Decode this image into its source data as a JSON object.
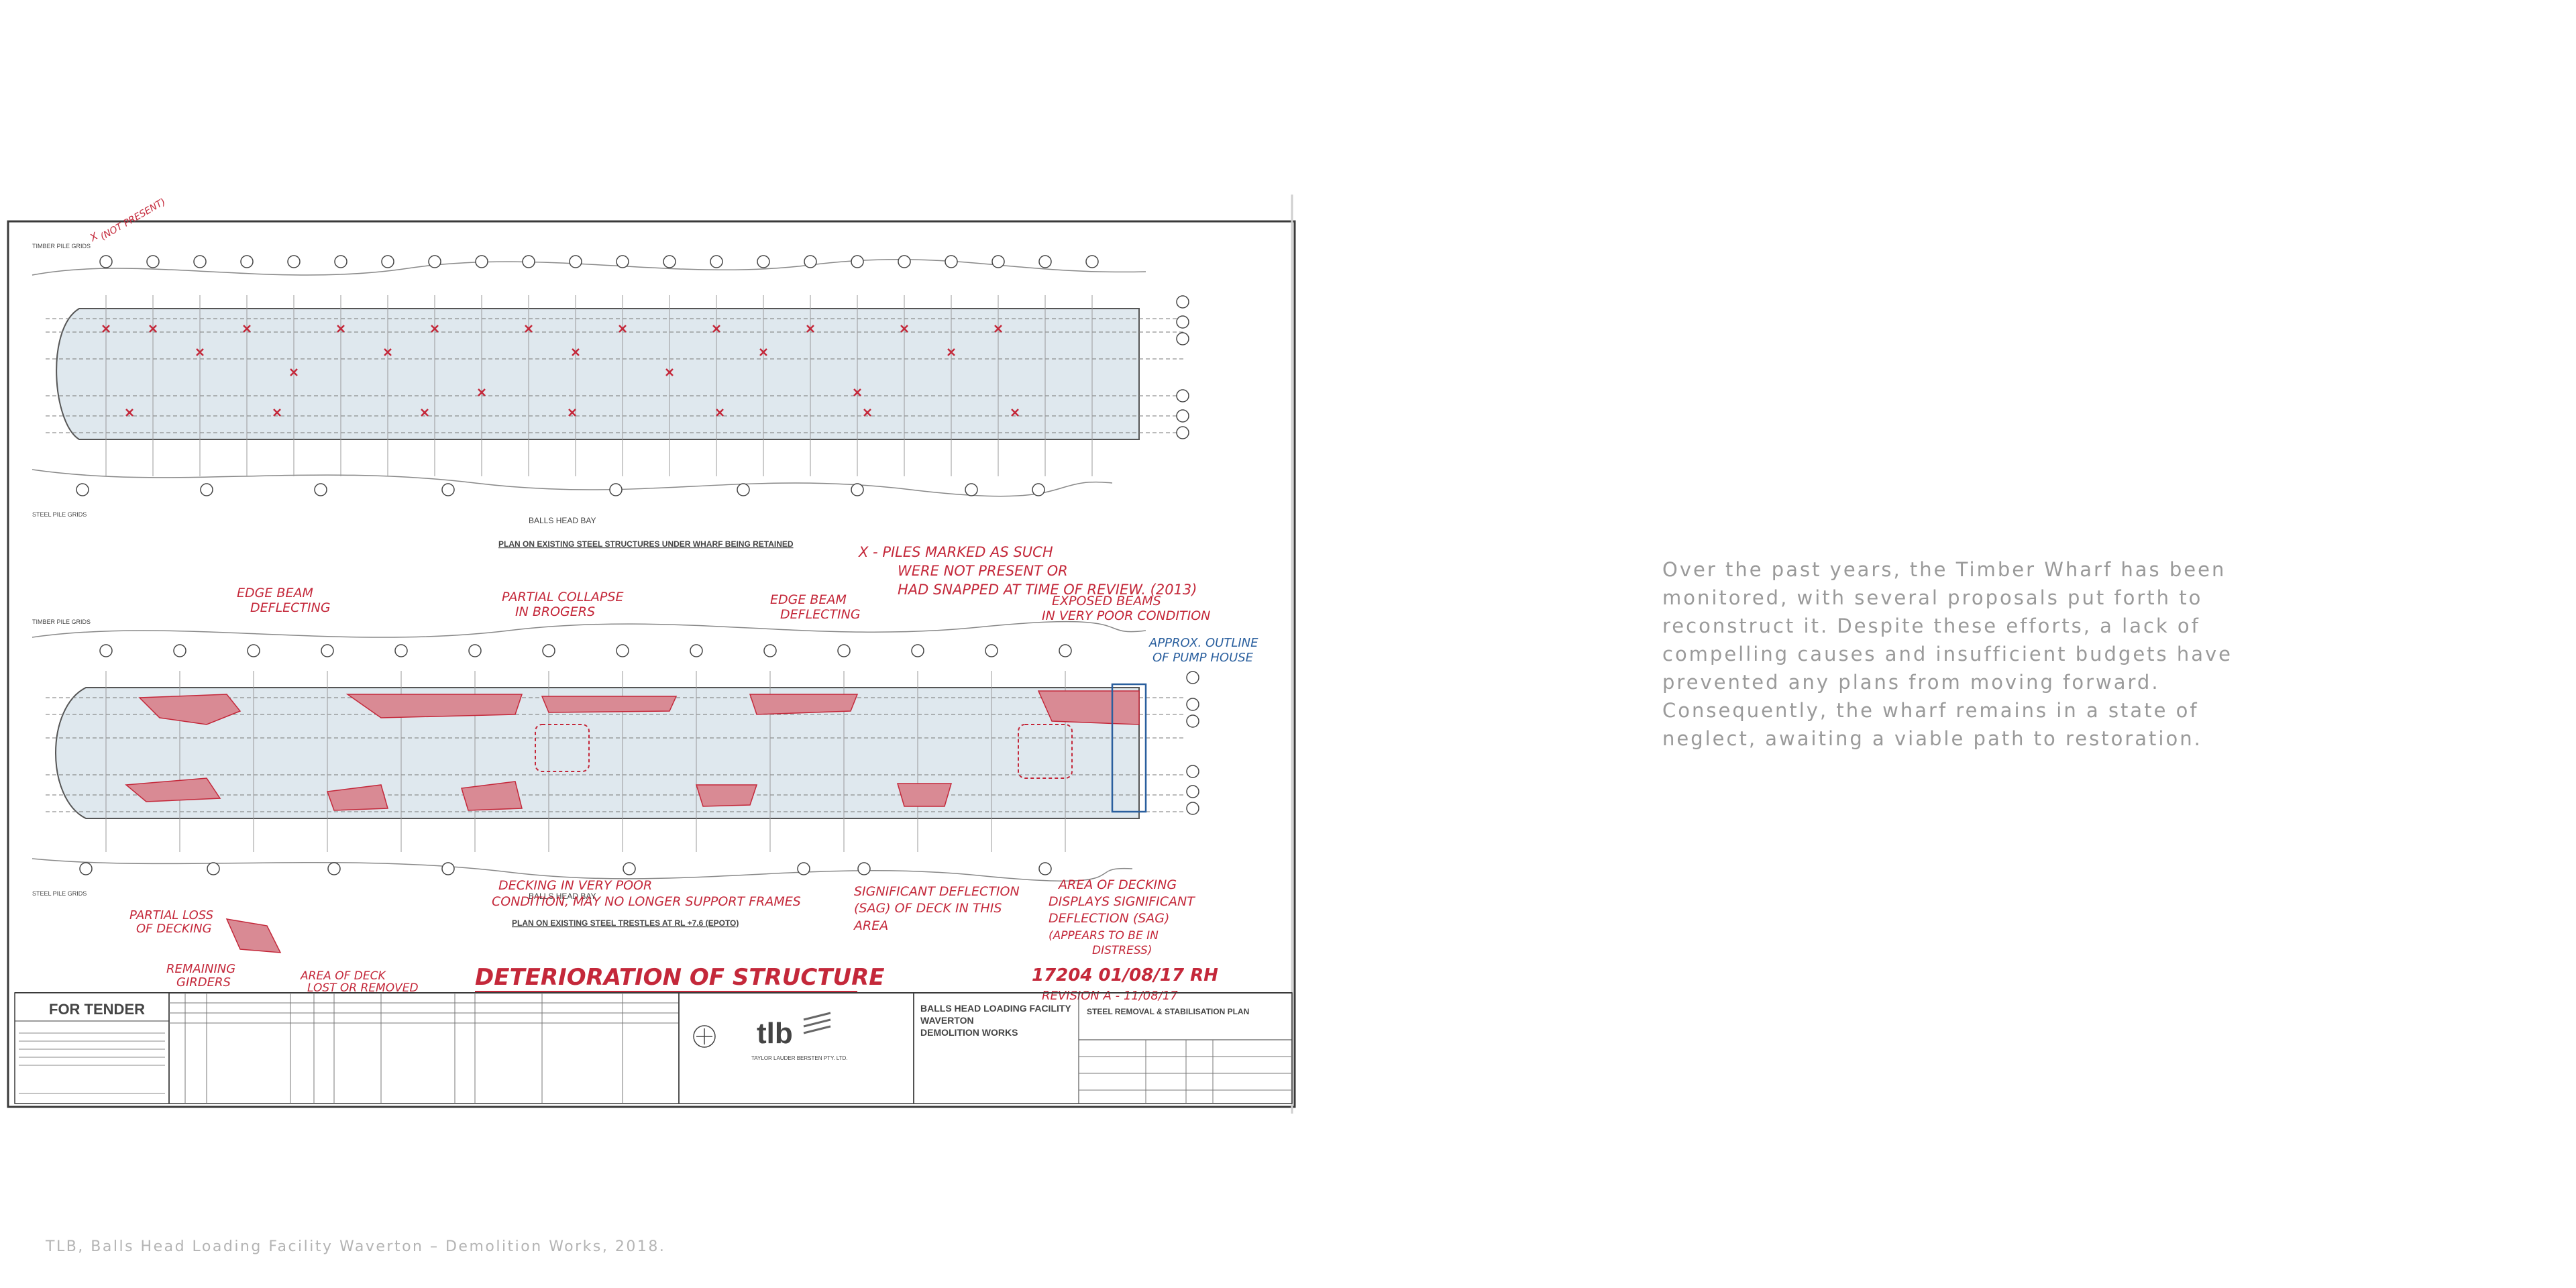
{
  "description": "Over the past years, the Timber Wharf has been monitored, with several proposals put forth to reconstruct it. Despite these efforts, a lack of compelling causes and insufficient budgets have prevented any plans from moving forward. Consequently, the wharf remains in a state of neglect, awaiting a viable path to restoration.",
  "caption": "TLB, Balls Head Loading Facility Waverton – Demolition Works, 2018.",
  "drawing": {
    "plan_top_label": "PLAN ON EXISTING STEEL STRUCTURES UNDER WHARF BEING RETAINED",
    "plan_bottom_label": "PLAN ON EXISTING STEEL TRESTLES AT RL +7.6 (EPOTO)",
    "bay_label": "BALLS HEAD BAY",
    "timber_pile_grids": "TIMBER PILE GRIDS",
    "steel_pile_grids": "STEEL PILE GRIDS",
    "for_tender": "FOR TENDER",
    "project_title_1": "BALLS HEAD LOADING FACILITY",
    "project_title_2": "WAVERTON",
    "project_title_3": "DEMOLITION WORKS",
    "sheet_title": "STEEL REMOVAL & STABILISATION PLAN",
    "firm_logo": "tlb",
    "firm_name": "TAYLOR LAUDER BERSTEN PTY. LTD.",
    "annotations": {
      "heading": "DETERIORATION OF STRUCTURE",
      "piles_note_1": "X - PILES MARKED AS SUCH",
      "piles_note_2": "WERE NOT PRESENT OR",
      "piles_note_3": "HAD SNAPPED AT TIME OF REVIEW. (2013)",
      "edge_beam_1": "EDGE BEAM",
      "edge_beam_2": "DEFLECTING",
      "partial_collapse_1": "PARTIAL COLLAPSE",
      "partial_collapse_2": "IN BROGERS",
      "exposed_beams_1": "EXPOSED BEAMS",
      "exposed_beams_2": "IN VERY POOR CONDITION",
      "pump_house_1": "APPROX. OUTLINE",
      "pump_house_2": "OF PUMP HOUSE",
      "partial_loss_1": "PARTIAL LOSS",
      "partial_loss_2": "OF DECKING",
      "remaining_1": "REMAINING",
      "remaining_2": "GIRDERS",
      "area_lost_1": "AREA OF DECK",
      "area_lost_2": "LOST OR REMOVED",
      "decking_poor_1": "DECKING IN VERY POOR",
      "decking_poor_2": "CONDITION, MAY NO LONGER SUPPORT FRAMES",
      "significant_1": "SIGNIFICANT DEFLECTION",
      "significant_2": "(SAG) OF DECK IN THIS",
      "significant_3": "AREA",
      "area_decking_1": "AREA OF DECKING",
      "area_decking_2": "DISPLAYS SIGNIFICANT",
      "area_decking_3": "DEFLECTION (SAG)",
      "area_decking_4": "(APPEARS TO BE IN",
      "area_decking_5": "DISTRESS)",
      "date_stamp": "17204 01/08/17 RH",
      "revision": "REVISION A - 11/08/17",
      "not_present_1": "X",
      "not_present_2": "(NOT PRESENT)"
    }
  }
}
